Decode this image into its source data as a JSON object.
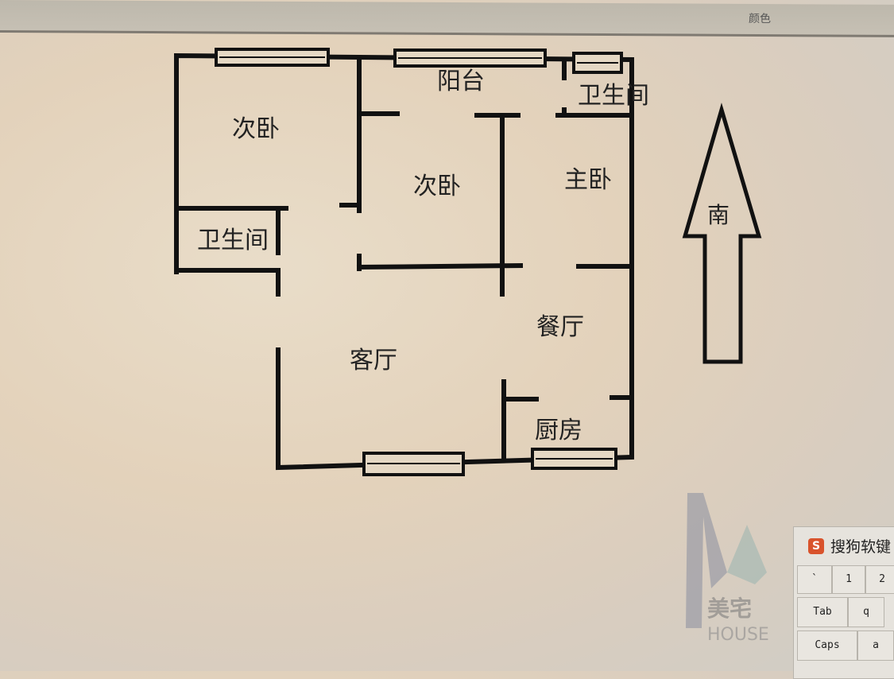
{
  "toolbar": {
    "labels": [
      "颜色"
    ]
  },
  "floorplan": {
    "rooms": {
      "bedroom2_left": "次卧",
      "bedroom2_center": "次卧",
      "balcony": "阳台",
      "bathroom_top": "卫生间",
      "master_bedroom": "主卧",
      "bathroom_left": "卫生间",
      "living_room": "客厅",
      "dining_room": "餐厅",
      "kitchen": "厨房"
    },
    "compass_label": "南",
    "wall_color": "#111111"
  },
  "watermark": {
    "text_cn": "美宅",
    "text_en": "HOUSE"
  },
  "ime": {
    "title": "搜狗软键",
    "logo": "S",
    "keys": {
      "backtick": "`",
      "k1": "1",
      "k2": "2",
      "tab": "Tab",
      "q": "q",
      "caps": "Caps",
      "a": "a"
    }
  }
}
